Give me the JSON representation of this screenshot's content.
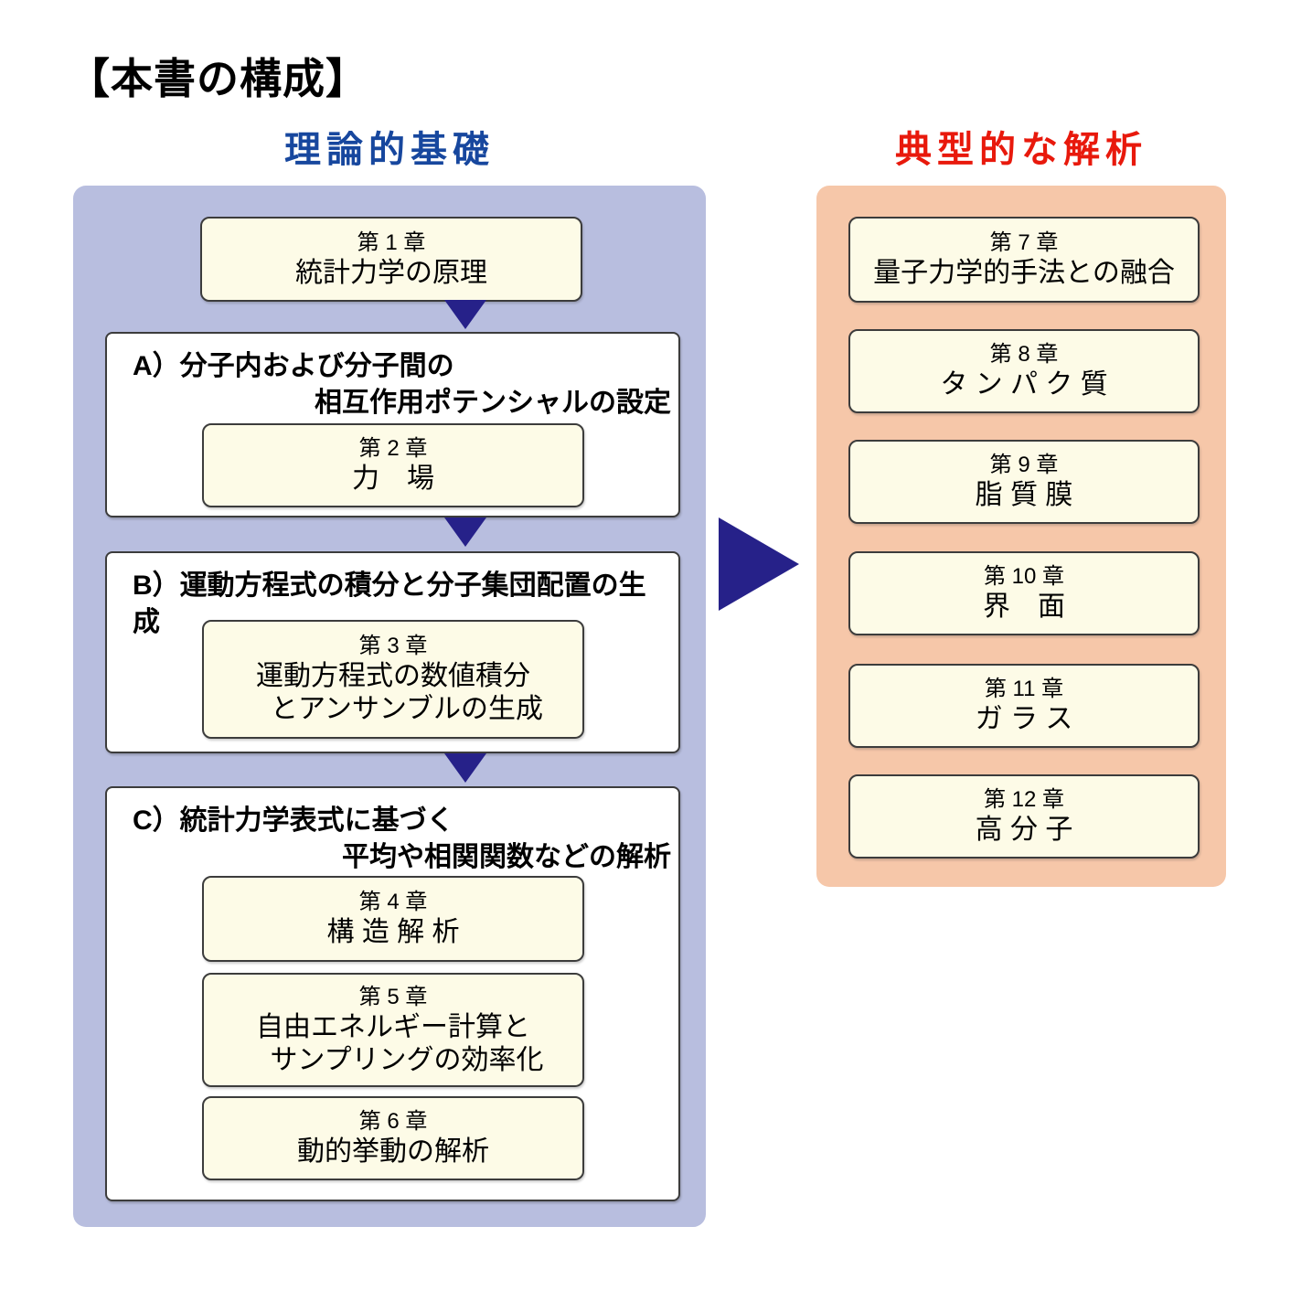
{
  "title": "【本書の構成】",
  "left_column": {
    "header": "理論的基礎",
    "header_color": "#17479e",
    "panel_color": "#b8bedf",
    "intro_chapter": {
      "label": "第 1 章",
      "title": "統計力学の原理"
    },
    "sections": [
      {
        "heading_line1": "A）分子内および分子間の",
        "heading_line2": "相互作用ポテンシャルの設定",
        "chapters": [
          {
            "label": "第 2 章",
            "title": "力　場"
          }
        ]
      },
      {
        "heading_line1": "B）運動方程式の積分と分子集団配置の生成",
        "heading_line2": "",
        "chapters": [
          {
            "label": "第 3 章",
            "title_line1": "運動方程式の数値積分",
            "title_line2": "とアンサンブルの生成"
          }
        ]
      },
      {
        "heading_line1": "C）統計力学表式に基づく",
        "heading_line2": "平均や相関関数などの解析",
        "chapters": [
          {
            "label": "第 4 章",
            "title": "構 造 解 析"
          },
          {
            "label": "第 5 章",
            "title_line1": "自由エネルギー計算と",
            "title_line2": "サンプリングの効率化"
          },
          {
            "label": "第 6 章",
            "title": "動的挙動の解析"
          }
        ]
      }
    ]
  },
  "right_column": {
    "header": "典型的な解析",
    "header_color": "#e8190c",
    "panel_color": "#f6c7a9",
    "chapters": [
      {
        "label": "第 7 章",
        "title": "量子力学的手法との融合"
      },
      {
        "label": "第 8 章",
        "title": "タ ン パ ク 質"
      },
      {
        "label": "第 9 章",
        "title": "脂 質 膜"
      },
      {
        "label": "第 10 章",
        "title": "界　面"
      },
      {
        "label": "第 11 章",
        "title": "ガ ラ ス"
      },
      {
        "label": "第 12 章",
        "title": "高 分 子"
      }
    ]
  },
  "arrow_color": "#262189"
}
